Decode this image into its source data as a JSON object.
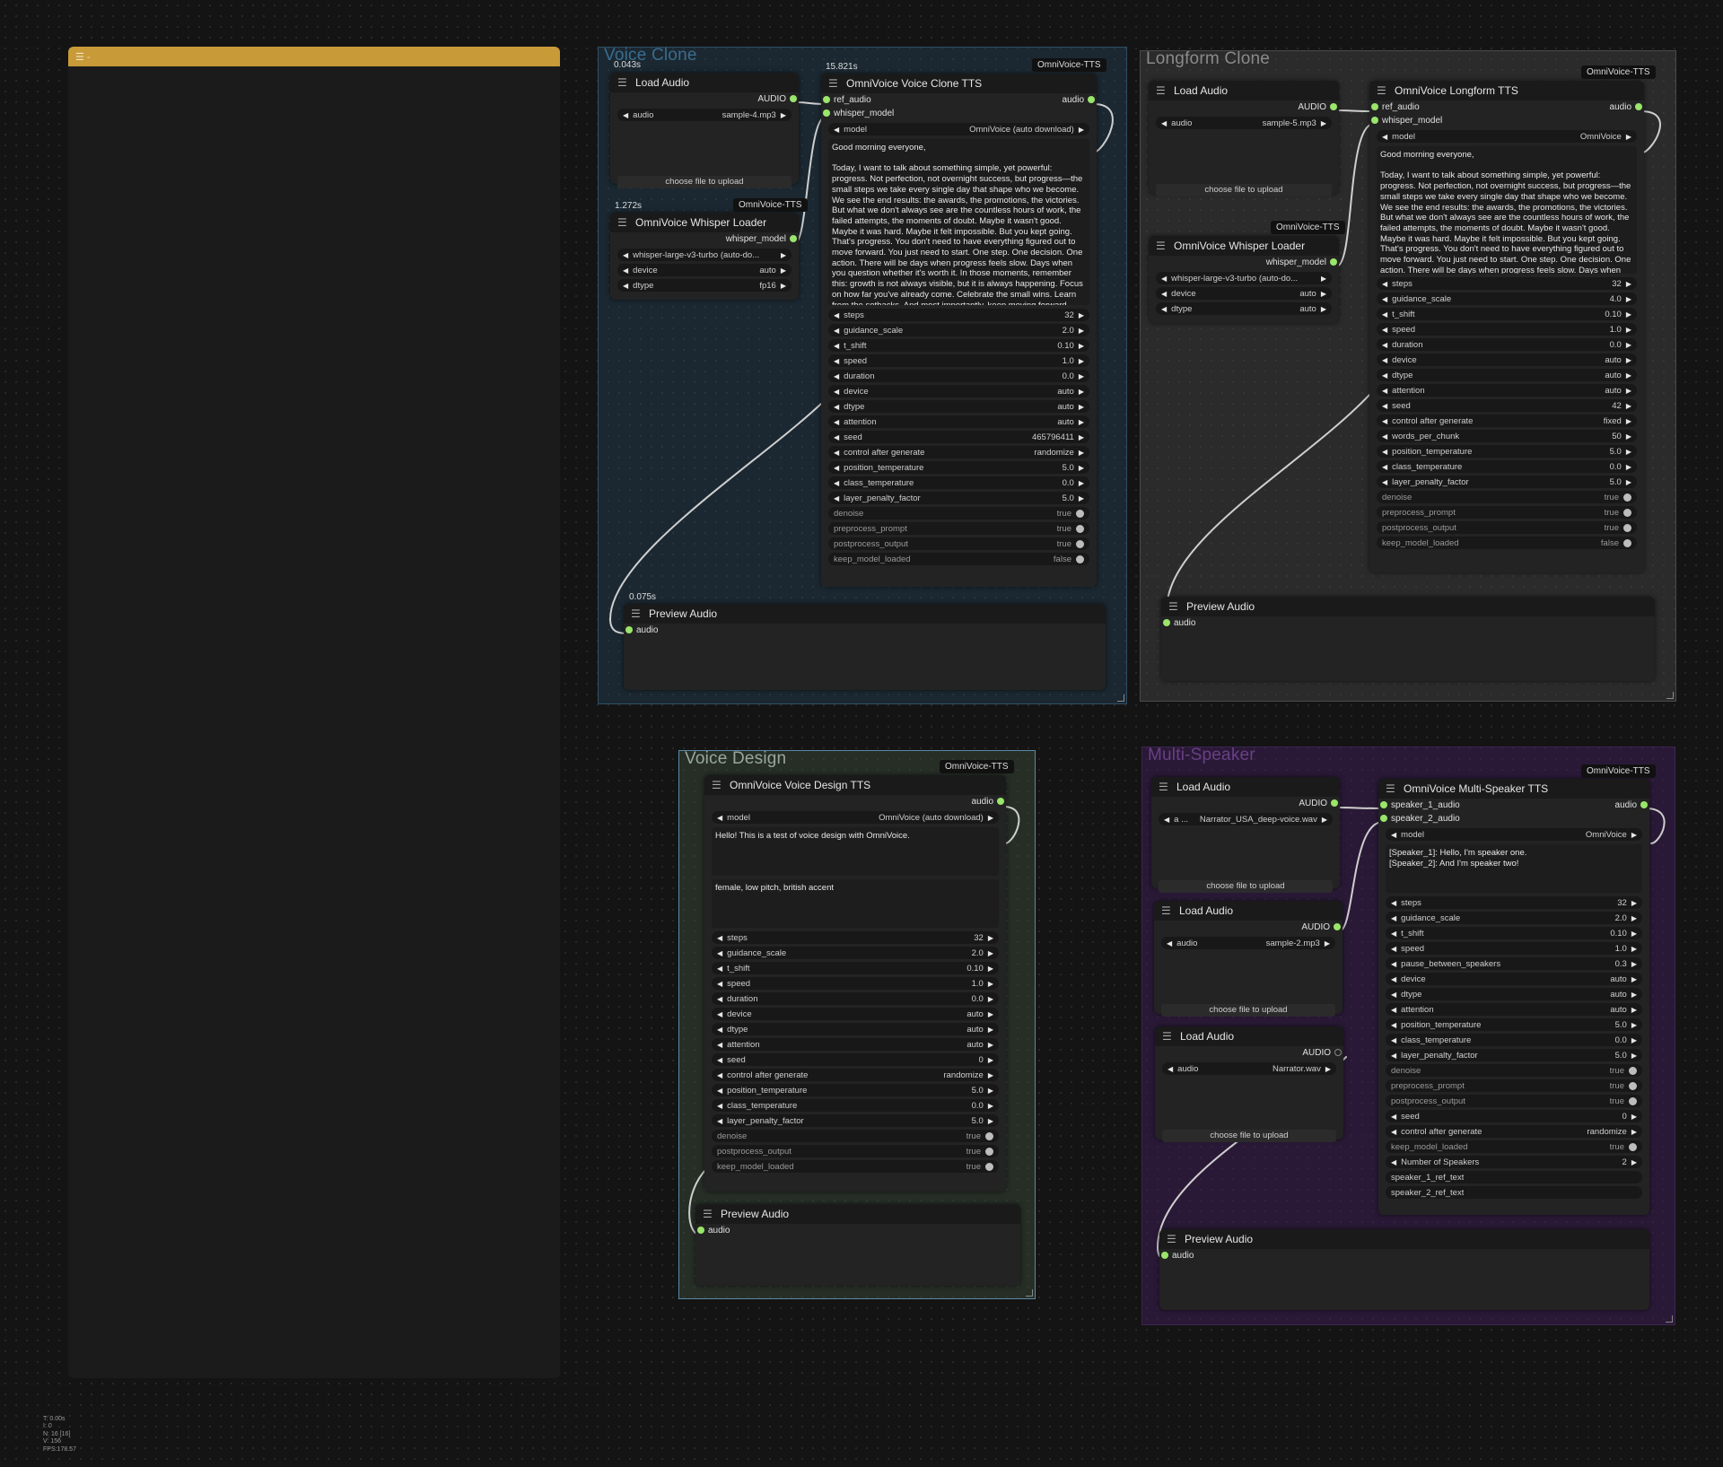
{
  "side_panel": {
    "menu_label": "☰ -"
  },
  "stats": [
    "T: 0.00s",
    "I: 0",
    "N: 16 [16]",
    "V: 156",
    "FPS:178.57"
  ],
  "colors": {
    "link": "#cfcfcf",
    "slot": "#9ae56b",
    "panel_bar": "#c89a38",
    "voice_clone_group": "#2e4f66",
    "longform_group": "#3a3a3a",
    "voice_design_group": "#3c4a3c",
    "multi_speaker_group": "#3b2450"
  },
  "groups": {
    "voice_clone": {
      "title": "Voice Clone"
    },
    "longform": {
      "title": "Longform Clone"
    },
    "voice_design": {
      "title": "Voice Design"
    },
    "multi_speaker": {
      "title": "Multi-Speaker"
    }
  },
  "tags": {
    "t1": "OmniVoice-TTS",
    "t2": "OmniVoice-TTS",
    "t3": "OmniVoice-TTS",
    "t4": "OmniVoice-TTS",
    "t5": "OmniVoice-TTS",
    "t6": "OmniVoice-TTS"
  },
  "timings": {
    "load_audio": "0.043s",
    "clone_tts": "15.821s",
    "whisper": "1.272s",
    "preview": "0.075s"
  },
  "vc_load_audio": {
    "title": "Load Audio",
    "out": "AUDIO",
    "w_audio_name": "audio",
    "w_audio_value": "sample-4.mp3",
    "upload": "choose file to upload"
  },
  "vc_whisper": {
    "title": "OmniVoice Whisper Loader",
    "out": "whisper_model",
    "w1_value": "whisper-large-v3-turbo (auto-do...",
    "device_name": "device",
    "device_value": "auto",
    "dtype_name": "dtype",
    "dtype_value": "fp16"
  },
  "vc_tts": {
    "title": "OmniVoice Voice Clone TTS",
    "in1": "ref_audio",
    "in2": "whisper_model",
    "out": "audio",
    "model_name": "model",
    "model_value": "OmniVoice (auto download)",
    "text": "Good morning everyone,\n\nToday, I want to talk about something simple, yet powerful: progress. Not perfection, not overnight success, but progress—the small steps we take every single day that shape who we become. We see the end results: the awards, the promotions, the victories. But what we don't always see are the countless hours of work, the failed attempts, the moments of doubt. Maybe it wasn't good. Maybe it was hard. Maybe it felt impossible. But you kept going. That's progress. You don't need to have everything figured out to move forward. You just need to start. One step. One decision. One action. There will be days when progress feels slow. Days when you question whether it's worth it. In those moments, remember this: growth is not always visible, but it is always happening. Focus on how far you've already come. Celebrate the small wins. Learn from the setbacks. And most importantly, keep moving forward. Thank you. Progress is persistent.",
    "widgets": [
      {
        "name": "steps",
        "value": "32",
        "type": "num"
      },
      {
        "name": "guidance_scale",
        "value": "2.0",
        "type": "num"
      },
      {
        "name": "t_shift",
        "value": "0.10",
        "type": "num"
      },
      {
        "name": "speed",
        "value": "1.0",
        "type": "num"
      },
      {
        "name": "duration",
        "value": "0.0",
        "type": "num"
      },
      {
        "name": "device",
        "value": "auto",
        "type": "num"
      },
      {
        "name": "dtype",
        "value": "auto",
        "type": "num"
      },
      {
        "name": "attention",
        "value": "auto",
        "type": "num"
      },
      {
        "name": "seed",
        "value": "465796411",
        "type": "num"
      },
      {
        "name": "control after generate",
        "value": "randomize",
        "type": "num"
      },
      {
        "name": "position_temperature",
        "value": "5.0",
        "type": "num"
      },
      {
        "name": "class_temperature",
        "value": "0.0",
        "type": "num"
      },
      {
        "name": "layer_penalty_factor",
        "value": "5.0",
        "type": "num"
      },
      {
        "name": "denoise",
        "value": "true",
        "type": "bool"
      },
      {
        "name": "preprocess_prompt",
        "value": "true",
        "type": "bool"
      },
      {
        "name": "postprocess_output",
        "value": "true",
        "type": "bool"
      },
      {
        "name": "keep_model_loaded",
        "value": "false",
        "type": "bool"
      }
    ]
  },
  "vc_preview": {
    "title": "Preview Audio",
    "in": "audio"
  },
  "lf_load_audio": {
    "title": "Load Audio",
    "out": "AUDIO",
    "w_audio_name": "audio",
    "w_audio_value": "sample-5.mp3",
    "upload": "choose file to upload"
  },
  "lf_whisper": {
    "title": "OmniVoice Whisper Loader",
    "out": "whisper_model",
    "w1_value": "whisper-large-v3-turbo (auto-do...",
    "device_name": "device",
    "device_value": "auto",
    "dtype_name": "dtype",
    "dtype_value": "auto"
  },
  "lf_tts": {
    "title": "OmniVoice Longform TTS",
    "in1": "ref_audio",
    "in2": "whisper_model",
    "out": "audio",
    "model_name": "model",
    "model_value": "OmniVoice",
    "text": "Good morning everyone,\n\nToday, I want to talk about something simple, yet powerful: progress. Not perfection, not overnight success, but progress—the small steps we take every single day that shape who we become. We see the end results: the awards, the promotions, the victories. But what we don't always see are the countless hours of work, the failed attempts, the moments of doubt. Maybe it wasn't good. Maybe it was hard. Maybe it felt impossible. But you kept going. That's progress. You don't need to have everything figured out to move forward. You just need to start. One step. One decision. One action. There will be days when progress feels slow. Days when you question whether it's worth it. In those moments, remember this: ... already come. Celebrate the small wins. Learn ... Thank you.",
    "widgets": [
      {
        "name": "steps",
        "value": "32",
        "type": "num"
      },
      {
        "name": "guidance_scale",
        "value": "4.0",
        "type": "num"
      },
      {
        "name": "t_shift",
        "value": "0.10",
        "type": "num"
      },
      {
        "name": "speed",
        "value": "1.0",
        "type": "num"
      },
      {
        "name": "duration",
        "value": "0.0",
        "type": "num"
      },
      {
        "name": "device",
        "value": "auto",
        "type": "num"
      },
      {
        "name": "dtype",
        "value": "auto",
        "type": "num"
      },
      {
        "name": "attention",
        "value": "auto",
        "type": "num"
      },
      {
        "name": "seed",
        "value": "42",
        "type": "num"
      },
      {
        "name": "control after generate",
        "value": "fixed",
        "type": "num"
      },
      {
        "name": "words_per_chunk",
        "value": "50",
        "type": "num"
      },
      {
        "name": "position_temperature",
        "value": "5.0",
        "type": "num"
      },
      {
        "name": "class_temperature",
        "value": "0.0",
        "type": "num"
      },
      {
        "name": "layer_penalty_factor",
        "value": "5.0",
        "type": "num"
      },
      {
        "name": "denoise",
        "value": "true",
        "type": "bool"
      },
      {
        "name": "preprocess_prompt",
        "value": "true",
        "type": "bool"
      },
      {
        "name": "postprocess_output",
        "value": "true",
        "type": "bool"
      },
      {
        "name": "keep_model_loaded",
        "value": "false",
        "type": "bool"
      }
    ]
  },
  "lf_preview": {
    "title": "Preview Audio",
    "in": "audio"
  },
  "vd_tts": {
    "title": "OmniVoice Voice Design TTS",
    "out": "audio",
    "model_name": "model",
    "model_value": "OmniVoice (auto download)",
    "text": "Hello! This is a test of voice design with OmniVoice.",
    "instruct": "female, low pitch, british accent",
    "widgets": [
      {
        "name": "steps",
        "value": "32",
        "type": "num"
      },
      {
        "name": "guidance_scale",
        "value": "2.0",
        "type": "num"
      },
      {
        "name": "t_shift",
        "value": "0.10",
        "type": "num"
      },
      {
        "name": "speed",
        "value": "1.0",
        "type": "num"
      },
      {
        "name": "duration",
        "value": "0.0",
        "type": "num"
      },
      {
        "name": "device",
        "value": "auto",
        "type": "num"
      },
      {
        "name": "dtype",
        "value": "auto",
        "type": "num"
      },
      {
        "name": "attention",
        "value": "auto",
        "type": "num"
      },
      {
        "name": "seed",
        "value": "0",
        "type": "num"
      },
      {
        "name": "control after generate",
        "value": "randomize",
        "type": "num"
      },
      {
        "name": "position_temperature",
        "value": "5.0",
        "type": "num"
      },
      {
        "name": "class_temperature",
        "value": "0.0",
        "type": "num"
      },
      {
        "name": "layer_penalty_factor",
        "value": "5.0",
        "type": "num"
      },
      {
        "name": "denoise",
        "value": "true",
        "type": "bool"
      },
      {
        "name": "postprocess_output",
        "value": "true",
        "type": "bool"
      },
      {
        "name": "keep_model_loaded",
        "value": "true",
        "type": "bool"
      }
    ]
  },
  "vd_preview": {
    "title": "Preview Audio",
    "in": "audio"
  },
  "ms_load1": {
    "title": "Load Audio",
    "out": "AUDIO",
    "w_audio_name": "a ...",
    "w_audio_value": "Narrator_USA_deep-voice.wav",
    "upload": "choose file to upload"
  },
  "ms_load2": {
    "title": "Load Audio",
    "out": "AUDIO",
    "w_audio_name": "audio",
    "w_audio_value": "sample-2.mp3",
    "upload": "choose file to upload"
  },
  "ms_load3": {
    "title": "Load Audio",
    "out": "AUDIO",
    "w_audio_name": "audio",
    "w_audio_value": "Narrator.wav",
    "upload": "choose file to upload"
  },
  "ms_tts": {
    "title": "OmniVoice Multi-Speaker TTS",
    "in1": "speaker_1_audio",
    "in2": "speaker_2_audio",
    "out": "audio",
    "model_name": "model",
    "model_value": "OmniVoice",
    "text": "[Speaker_1]: Hello, I'm speaker one.\n[Speaker_2]: And I'm speaker two!",
    "widgets": [
      {
        "name": "steps",
        "value": "32",
        "type": "num"
      },
      {
        "name": "guidance_scale",
        "value": "2.0",
        "type": "num"
      },
      {
        "name": "t_shift",
        "value": "0.10",
        "type": "num"
      },
      {
        "name": "speed",
        "value": "1.0",
        "type": "num"
      },
      {
        "name": "pause_between_speakers",
        "value": "0.3",
        "type": "num"
      },
      {
        "name": "device",
        "value": "auto",
        "type": "num"
      },
      {
        "name": "dtype",
        "value": "auto",
        "type": "num"
      },
      {
        "name": "attention",
        "value": "auto",
        "type": "num"
      },
      {
        "name": "position_temperature",
        "value": "5.0",
        "type": "num"
      },
      {
        "name": "class_temperature",
        "value": "0.0",
        "type": "num"
      },
      {
        "name": "layer_penalty_factor",
        "value": "5.0",
        "type": "num"
      },
      {
        "name": "denoise",
        "value": "true",
        "type": "bool"
      },
      {
        "name": "preprocess_prompt",
        "value": "true",
        "type": "bool"
      },
      {
        "name": "postprocess_output",
        "value": "true",
        "type": "bool"
      },
      {
        "name": "seed",
        "value": "0",
        "type": "num"
      },
      {
        "name": "control after generate",
        "value": "randomize",
        "type": "num"
      },
      {
        "name": "keep_model_loaded",
        "value": "true",
        "type": "bool"
      },
      {
        "name": "Number of Speakers",
        "value": "2",
        "type": "num"
      },
      {
        "name": "speaker_1_ref_text",
        "value": "",
        "type": "text"
      },
      {
        "name": "speaker_2_ref_text",
        "value": "",
        "type": "text"
      }
    ]
  },
  "ms_preview": {
    "title": "Preview Audio",
    "in": "audio"
  }
}
